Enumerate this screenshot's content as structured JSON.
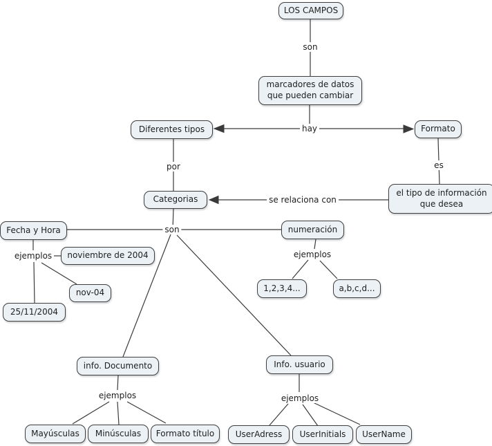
{
  "title": "LOS CAMPOS concept map",
  "colors": {
    "background": "#ffffff",
    "node_fill": "#ebf1f5",
    "node_border": "#3e3e3e",
    "line": "#3a3a3a",
    "text": "#1e1e1e"
  },
  "nodes": {
    "los_campos": "LOS CAMPOS",
    "marcadores": "marcadores de datos que pueden cambiar",
    "diferentes_tipos": "Diferentes tipos",
    "formato": "Formato",
    "categorias": "Categorias",
    "el_tipo": "el tipo de información que desea",
    "fecha_y_hora": "Fecha y Hora",
    "numeracion": "numeración",
    "noviembre_2004": "noviembre de 2004",
    "nov_04": "nov-04",
    "fecha_25_11_2004": "25/11/2004",
    "lista_numerica": "1,2,3,4...",
    "lista_letras": "a,b,c,d...",
    "info_documento": "info. Documento",
    "info_usuario": "Info. usuario",
    "mayusculas": "Mayúsculas",
    "minusculas": "Minúsculas",
    "formato_titulo": "Formato título",
    "useradress": "UserAdress",
    "userinitials": "UserInitials",
    "username": "UserName"
  },
  "links": {
    "son_top": "son",
    "hay": "hay",
    "por": "por",
    "es": "es",
    "se_relaciona_con": "se relaciona con",
    "son_mid": "son",
    "ejemplos_fecha": "ejemplos",
    "ejemplos_numeracion": "ejemplos",
    "ejemplos_documento": "ejemplos",
    "ejemplos_usuario": "ejemplos"
  }
}
